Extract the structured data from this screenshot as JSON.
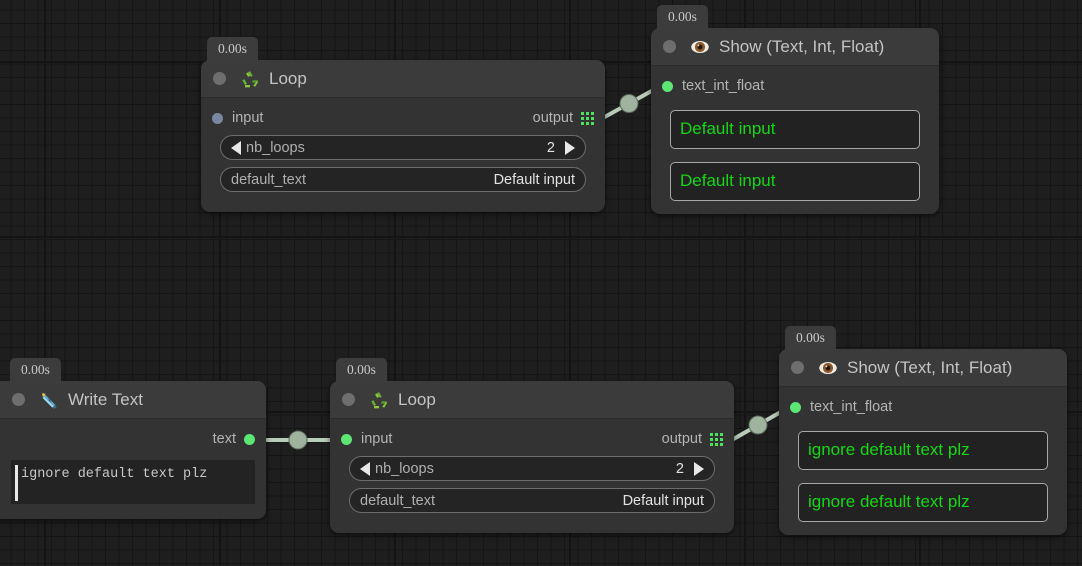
{
  "app": {
    "canvas_background": "#1e1e1e",
    "grid_line_color": "#151515",
    "accent_green": "#5ce673",
    "value_green": "#14d714",
    "edge_color": "#b9cbb9"
  },
  "nodes": [
    {
      "id": "loop-top",
      "timer": "0.00s",
      "title": "Loop",
      "icon": "recycle-icon",
      "input_port": {
        "label": "input",
        "state": "idle"
      },
      "output_port": {
        "label": "output",
        "icon": "grid-port-icon"
      },
      "fields": [
        {
          "name": "nb_loops",
          "value": "2",
          "type": "stepper"
        },
        {
          "name": "default_text",
          "value": "Default input",
          "type": "text"
        }
      ]
    },
    {
      "id": "show-top",
      "timer": "0.00s",
      "title": "Show (Text, Int, Float)",
      "icon": "eye-icon",
      "input_port": {
        "label": "text_int_float",
        "state": "connected"
      },
      "outputs": [
        "Default input",
        "Default input"
      ]
    },
    {
      "id": "write-text",
      "timer": "0.00s",
      "title": "Write Text",
      "icon": "pen-nib-icon",
      "output_port": {
        "label": "text",
        "state": "connected"
      },
      "editor_text": "ignore default text plz"
    },
    {
      "id": "loop-bottom",
      "timer": "0.00s",
      "title": "Loop",
      "icon": "recycle-icon",
      "input_port": {
        "label": "input",
        "state": "connected"
      },
      "output_port": {
        "label": "output",
        "icon": "grid-port-icon"
      },
      "fields": [
        {
          "name": "nb_loops",
          "value": "2",
          "type": "stepper"
        },
        {
          "name": "default_text",
          "value": "Default input",
          "type": "text"
        }
      ]
    },
    {
      "id": "show-bottom",
      "timer": "0.00s",
      "title": "Show (Text, Int, Float)",
      "icon": "eye-icon",
      "input_port": {
        "label": "text_int_float",
        "state": "connected"
      },
      "outputs": [
        "ignore default text plz",
        "ignore default text plz"
      ]
    }
  ],
  "edges": [
    {
      "from": "loop-top.output",
      "to": "show-top.text_int_float"
    },
    {
      "from": "write-text.text",
      "to": "loop-bottom.input"
    },
    {
      "from": "loop-bottom.output",
      "to": "show-bottom.text_int_float"
    }
  ]
}
